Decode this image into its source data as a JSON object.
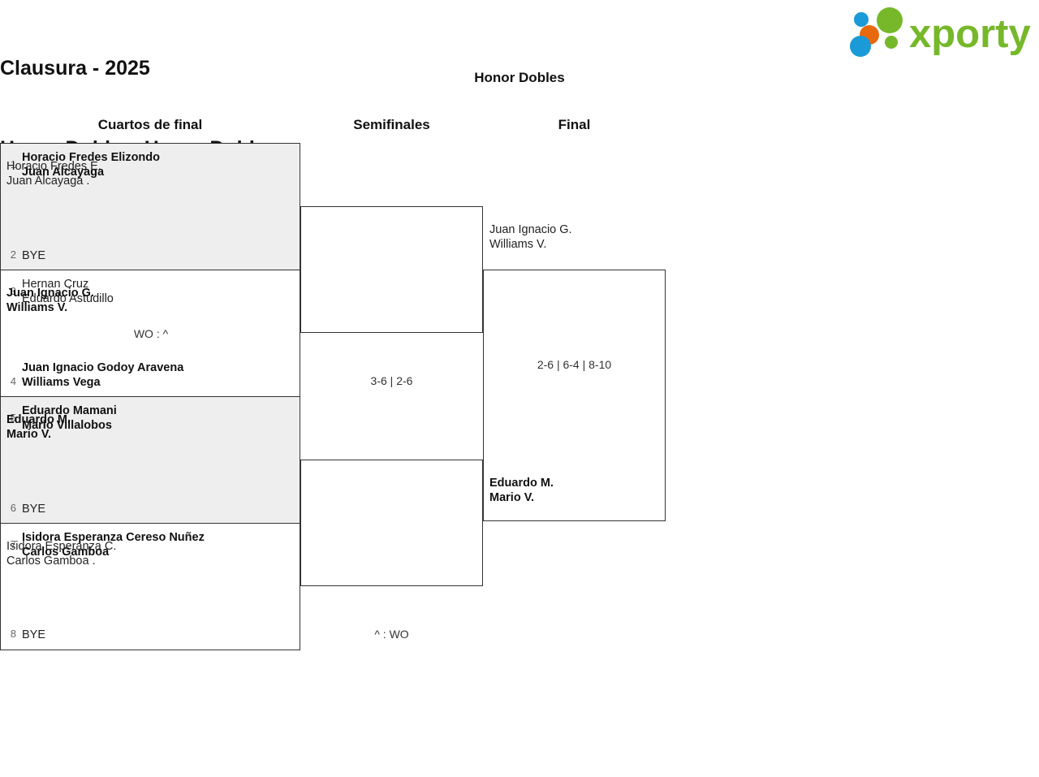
{
  "header": {
    "title_line1": "Clausura - 2025",
    "title_line2": "Honor Dobles. Honor Dobles",
    "logo_text": "xporty",
    "logo_colors": {
      "text": "#76b82a",
      "blue": "#1a9ad7",
      "orange": "#e8690c",
      "green": "#76b82a"
    }
  },
  "bracket": {
    "title": "Honor Dobles",
    "rounds": [
      {
        "label": "Cuartos de final"
      },
      {
        "label": "Semifinales"
      },
      {
        "label": "Final"
      }
    ],
    "round1": [
      {
        "shaded": true,
        "score": "",
        "top": {
          "seed": "1",
          "line1": "Horacio Fredes Elizondo",
          "line2": "Juan Alcayaga",
          "winner": true
        },
        "bottom": {
          "seed": "2",
          "line1": "BYE",
          "line2": "",
          "winner": false
        }
      },
      {
        "shaded": false,
        "score": "WO : ^",
        "top": {
          "seed": "3",
          "line1": "Hernan Cruz",
          "line2": "Eduardo Astudillo",
          "winner": false
        },
        "bottom": {
          "seed": "4",
          "line1": "Juan Ignacio Godoy Aravena",
          "line2": "Williams Vega",
          "winner": true
        }
      },
      {
        "shaded": true,
        "score": "",
        "top": {
          "seed": "5",
          "line1": "Eduardo Mamani",
          "line2": "Mario Villalobos",
          "winner": true
        },
        "bottom": {
          "seed": "6",
          "line1": "BYE",
          "line2": "",
          "winner": false
        }
      },
      {
        "shaded": false,
        "score": "",
        "top": {
          "seed": "7",
          "line1": "Isidora Esperanza Cereso Nuñez",
          "line2": "Carlos Gamboa",
          "winner": true
        },
        "bottom": {
          "seed": "8",
          "line1": "BYE",
          "line2": "",
          "winner": false
        }
      }
    ],
    "round2": [
      {
        "score": "3-6 | 2-6",
        "top": {
          "line1": "Horacio Fredes E.",
          "line2": "Juan Alcayaga .",
          "winner": false
        },
        "bottom": {
          "line1": "Juan Ignacio G.",
          "line2": "Williams V.",
          "winner": true
        }
      },
      {
        "score": "^ : WO",
        "top": {
          "line1": "Eduardo M.",
          "line2": "Mario V.",
          "winner": true
        },
        "bottom": {
          "line1": "Isidora Esperanza C.",
          "line2": "Carlos Gamboa .",
          "winner": false
        }
      }
    ],
    "round3": [
      {
        "score": "2-6 | 6-4 | 8-10",
        "top": {
          "line1": "Juan Ignacio G.",
          "line2": "Williams V.",
          "winner": false
        },
        "bottom": {
          "line1": "Eduardo M.",
          "line2": "Mario V.",
          "winner": true
        }
      }
    ]
  }
}
